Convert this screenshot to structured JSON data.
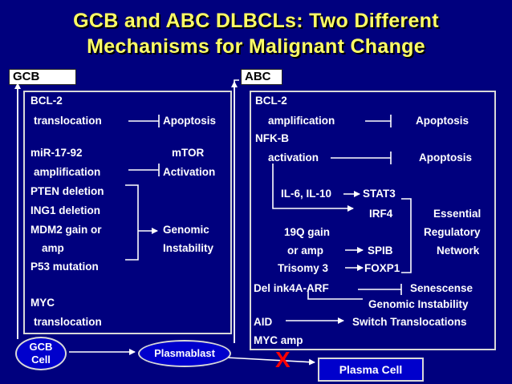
{
  "title": {
    "line1": "GCB and ABC DLBCLs: Two Different",
    "line2": "Mechanisms for Malignant Change"
  },
  "tags": {
    "gcb": "GCB",
    "abc": "ABC"
  },
  "gcb_panel": {
    "bcl2": "BCL-2",
    "translocation": "translocation",
    "apoptosis": "Apoptosis",
    "mir": "miR-17-92",
    "mtor": "mTOR",
    "amplification": "amplification",
    "activation": "Activation",
    "pten": "PTEN deletion",
    "ing1": "ING1 deletion",
    "mdm2": "MDM2 gain or",
    "genomic": "Genomic",
    "amp": "amp",
    "instability": "Instability",
    "p53": "P53 mutation",
    "myc": "MYC",
    "myc_trans": "translocation"
  },
  "abc_panel": {
    "bcl2": "BCL-2",
    "amplification": "amplification",
    "apoptosis1": "Apoptosis",
    "nfkb": "NFK-B",
    "activation": "activation",
    "apoptosis2": "Apoptosis",
    "il6": "IL-6, IL-10",
    "stat3": "STAT3",
    "irf4": "IRF4",
    "essential": "Essential",
    "gain19q": "19Q gain",
    "regulatory": "Regulatory",
    "or_amp": "or amp",
    "spib": "SPIB",
    "network": "Network",
    "trisomy": "Trisomy 3",
    "foxp1": "FOXP1",
    "delink": "Del ink4A-ARF",
    "senescense": "Senescense",
    "genomic_inst": "Genomic Instability",
    "aid": "AID",
    "switch": "Switch Translocations",
    "mycamp": "MYC amp"
  },
  "cells": {
    "gcb_cell": "GCB Cell",
    "plasmablast": "Plasmablast",
    "plasma_cell": "Plasma Cell",
    "block_mark": "X"
  },
  "colors": {
    "background": "#00007e",
    "title": "#ffff66",
    "box_fill": "#0000cc",
    "block": "#ff0000"
  }
}
